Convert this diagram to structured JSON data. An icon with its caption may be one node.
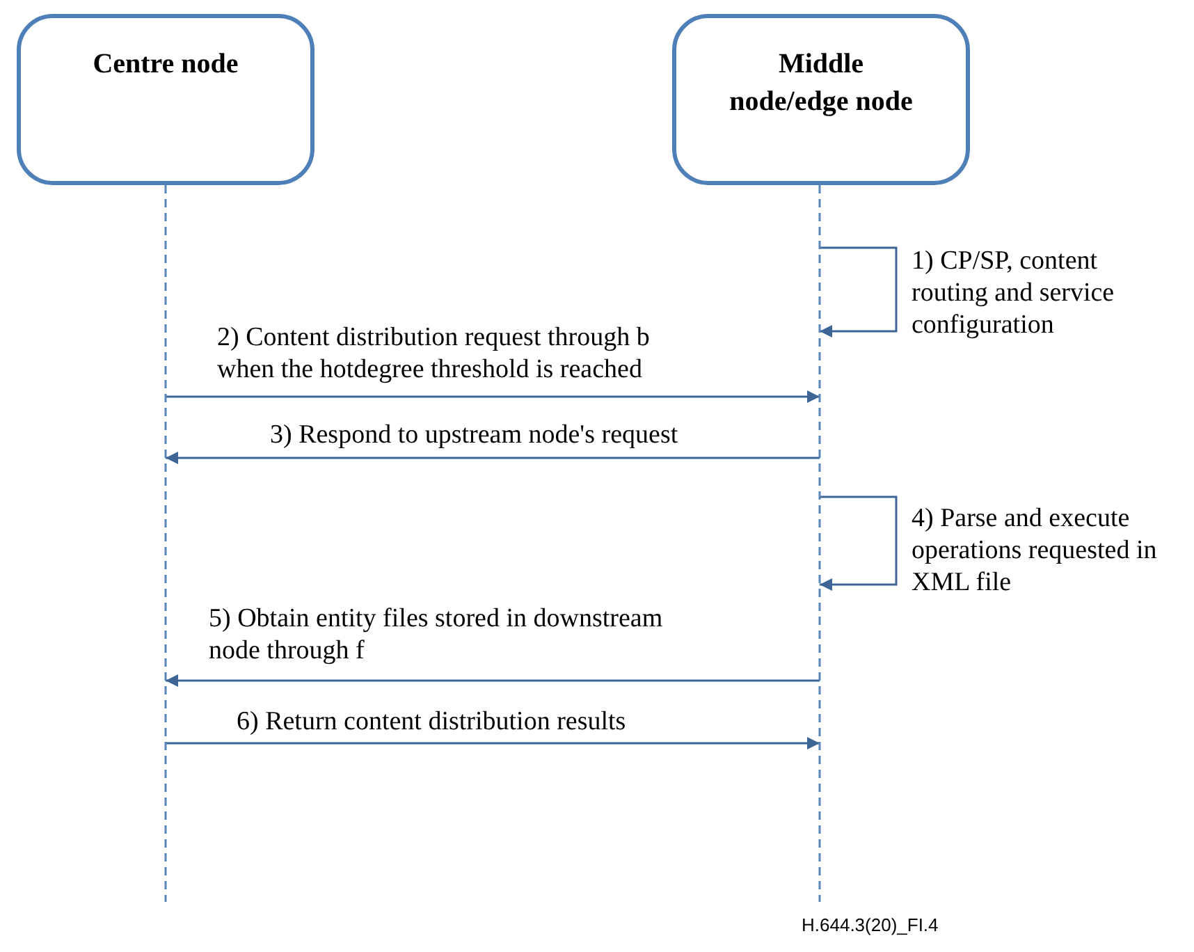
{
  "diagram": {
    "nodes": [
      {
        "text": [
          "Centre node"
        ]
      },
      {
        "text": [
          "Middle node/edge node"
        ]
      }
    ],
    "edges": [
      {
        "from": 1,
        "to": 1,
        "arrow": "to",
        "label": "1) CP/SP, content routing and service configuration"
      },
      {
        "from": 0,
        "to": 1,
        "arrow": "to",
        "label": "2) Content distribution request through b when the hotdegree threshold is reached"
      },
      {
        "from": 1,
        "to": 0,
        "arrow": "to",
        "label": "3) Respond to upstream node's request"
      },
      {
        "from": 1,
        "to": 1,
        "arrow": "to",
        "label": "4) Parse and execute operations requested in XML file"
      },
      {
        "from": 1,
        "to": 0,
        "arrow": "to",
        "label": "5) Obtain entity files stored in downstream node through f"
      },
      {
        "from": 0,
        "to": 1,
        "arrow": "to",
        "label": "6) Return content distribution results"
      }
    ],
    "labels": [
      "H.644.3(20)_FI.4"
    ]
  }
}
